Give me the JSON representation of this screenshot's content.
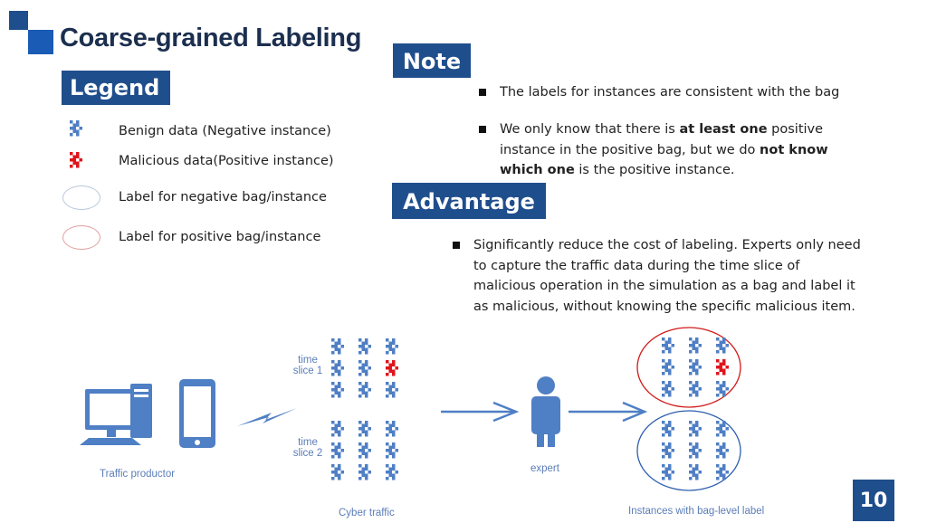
{
  "header": {
    "title": "Coarse-grained Labeling"
  },
  "legend": {
    "heading": "Legend",
    "items": [
      {
        "label": "Benign data (Negative instance)"
      },
      {
        "label": "Malicious data(Positive instance)"
      },
      {
        "label": "Label for negative bag/instance"
      },
      {
        "label": "Label for positive bag/instance"
      }
    ]
  },
  "note": {
    "heading": "Note",
    "bullet1": "The labels for instances are consistent with the bag",
    "bullet2": {
      "p1": "We only know that there is ",
      "b1": "at least one",
      "p2": " positive instance in the positive bag, but we do ",
      "b2": "not know which one",
      "p3": " is the positive instance."
    }
  },
  "advantage": {
    "heading": "Advantage",
    "text": "Significantly reduce the cost of labeling. Experts only need to capture the traffic data during the time slice of malicious operation in the simulation as a bag and label it as malicious, without knowing the specific malicious item."
  },
  "diagram": {
    "time_slice_1": [
      "time",
      "slice 1"
    ],
    "time_slice_2": [
      "time",
      "slice 2"
    ],
    "traffic_productor": "Traffic productor",
    "cyber_traffic": "Cyber traffic",
    "expert": "expert",
    "instances_caption": "Instances with bag-level label"
  },
  "colors": {
    "brand_blue": "#1f4e8c",
    "benign_blue": "#4f7fc4",
    "malicious_red": "#e0141b",
    "positive_ellipse": "#d11a1a",
    "negative_ellipse": "#2e5fae"
  },
  "footer": {
    "page_number": "10"
  }
}
